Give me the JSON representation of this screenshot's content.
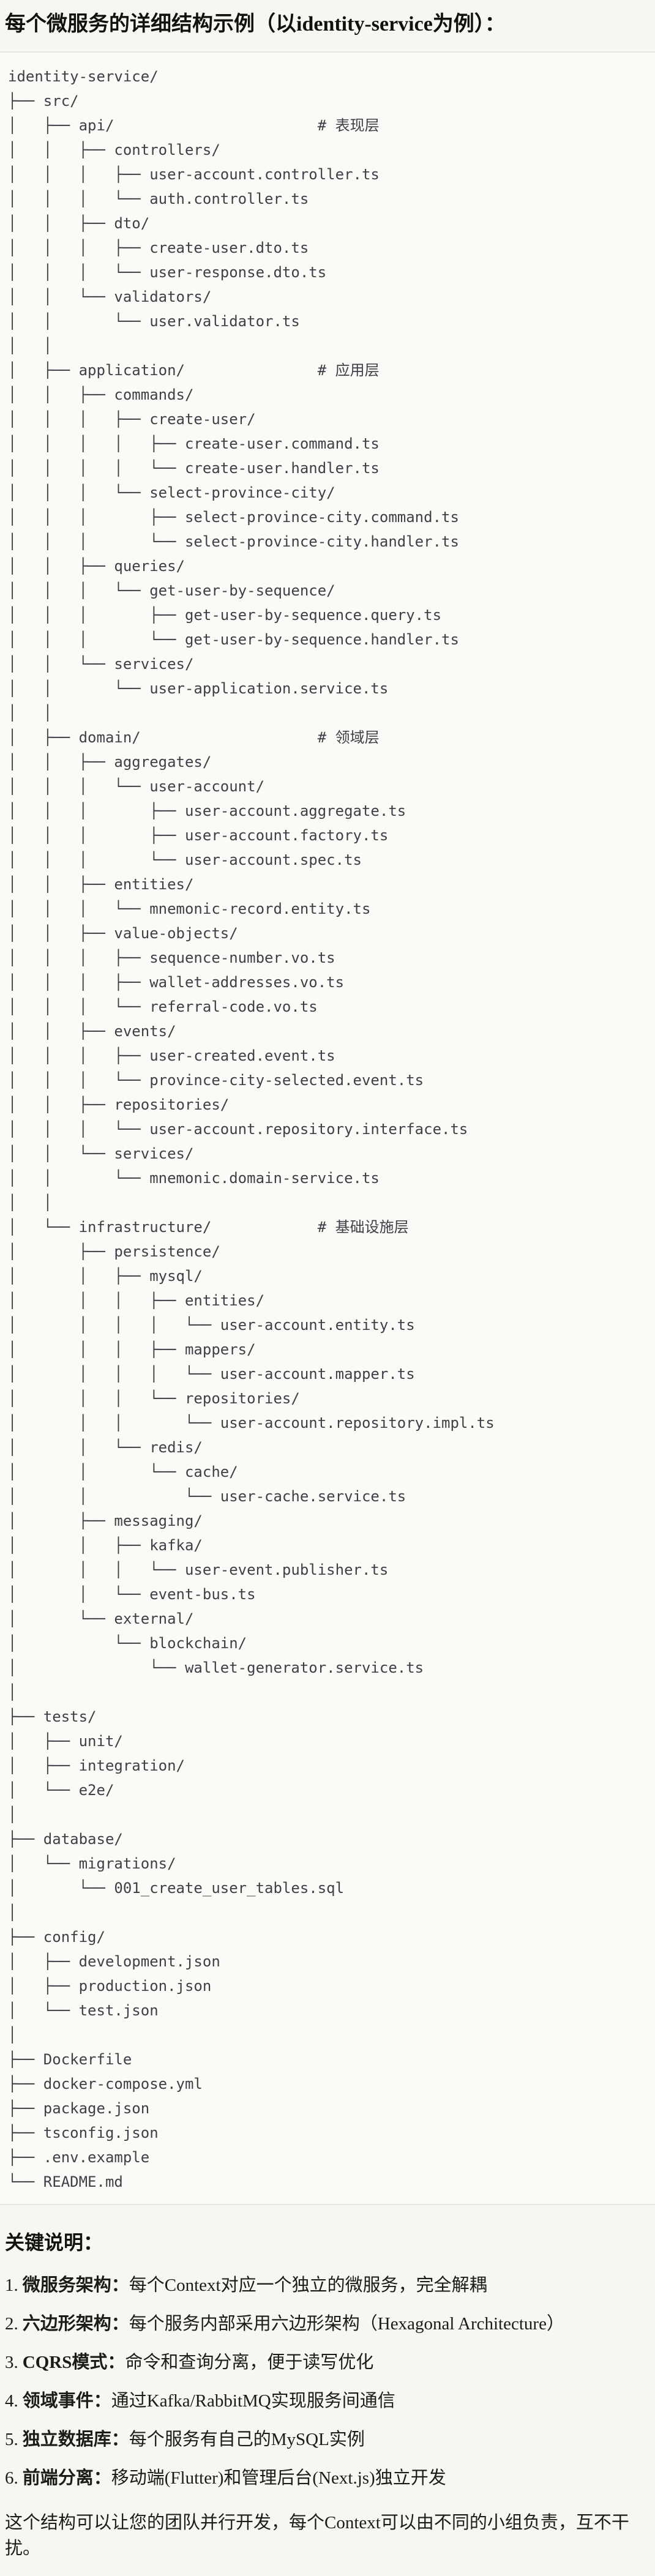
{
  "page": {
    "title": "每个微服务的详细结构示例（以identity-service为例）："
  },
  "tree": {
    "lines": [
      "identity-service/",
      "├── src/",
      "│   ├── api/                       # 表现层",
      "│   │   ├── controllers/",
      "│   │   │   ├── user-account.controller.ts",
      "│   │   │   └── auth.controller.ts",
      "│   │   ├── dto/",
      "│   │   │   ├── create-user.dto.ts",
      "│   │   │   └── user-response.dto.ts",
      "│   │   └── validators/",
      "│   │       └── user.validator.ts",
      "│   │",
      "│   ├── application/               # 应用层",
      "│   │   ├── commands/",
      "│   │   │   ├── create-user/",
      "│   │   │   │   ├── create-user.command.ts",
      "│   │   │   │   └── create-user.handler.ts",
      "│   │   │   └── select-province-city/",
      "│   │   │       ├── select-province-city.command.ts",
      "│   │   │       └── select-province-city.handler.ts",
      "│   │   ├── queries/",
      "│   │   │   └── get-user-by-sequence/",
      "│   │   │       ├── get-user-by-sequence.query.ts",
      "│   │   │       └── get-user-by-sequence.handler.ts",
      "│   │   └── services/",
      "│   │       └── user-application.service.ts",
      "│   │",
      "│   ├── domain/                    # 领域层",
      "│   │   ├── aggregates/",
      "│   │   │   └── user-account/",
      "│   │   │       ├── user-account.aggregate.ts",
      "│   │   │       ├── user-account.factory.ts",
      "│   │   │       └── user-account.spec.ts",
      "│   │   ├── entities/",
      "│   │   │   └── mnemonic-record.entity.ts",
      "│   │   ├── value-objects/",
      "│   │   │   ├── sequence-number.vo.ts",
      "│   │   │   ├── wallet-addresses.vo.ts",
      "│   │   │   └── referral-code.vo.ts",
      "│   │   ├── events/",
      "│   │   │   ├── user-created.event.ts",
      "│   │   │   └── province-city-selected.event.ts",
      "│   │   ├── repositories/",
      "│   │   │   └── user-account.repository.interface.ts",
      "│   │   └── services/",
      "│   │       └── mnemonic.domain-service.ts",
      "│   │",
      "│   └── infrastructure/            # 基础设施层",
      "│       ├── persistence/",
      "│       │   ├── mysql/",
      "│       │   │   ├── entities/",
      "│       │   │   │   └── user-account.entity.ts",
      "│       │   │   ├── mappers/",
      "│       │   │   │   └── user-account.mapper.ts",
      "│       │   │   └── repositories/",
      "│       │   │       └── user-account.repository.impl.ts",
      "│       │   └── redis/",
      "│       │       └── cache/",
      "│       │           └── user-cache.service.ts",
      "│       ├── messaging/",
      "│       │   ├── kafka/",
      "│       │   │   └── user-event.publisher.ts",
      "│       │   └── event-bus.ts",
      "│       └── external/",
      "│           └── blockchain/",
      "│               └── wallet-generator.service.ts",
      "│",
      "├── tests/",
      "│   ├── unit/",
      "│   ├── integration/",
      "│   └── e2e/",
      "│",
      "├── database/",
      "│   └── migrations/",
      "│       └── 001_create_user_tables.sql",
      "│",
      "├── config/",
      "│   ├── development.json",
      "│   ├── production.json",
      "│   └── test.json",
      "│",
      "├── Dockerfile",
      "├── docker-compose.yml",
      "├── package.json",
      "├── tsconfig.json",
      "├── .env.example",
      "└── README.md"
    ]
  },
  "notes": {
    "heading": "关键说明：",
    "items": [
      {
        "num": "1.",
        "label": "微服务架构：",
        "text": "每个Context对应一个独立的微服务，完全解耦"
      },
      {
        "num": "2.",
        "label": "六边形架构：",
        "text": "每个服务内部采用六边形架构（Hexagonal Architecture）"
      },
      {
        "num": "3.",
        "label": "CQRS模式：",
        "text": "命令和查询分离，便于读写优化"
      },
      {
        "num": "4.",
        "label": "领域事件：",
        "text": "通过Kafka/RabbitMQ实现服务间通信"
      },
      {
        "num": "5.",
        "label": "独立数据库：",
        "text": "每个服务有自己的MySQL实例"
      },
      {
        "num": "6.",
        "label": "前端分离：",
        "text": "移动端(Flutter)和管理后台(Next.js)独立开发"
      }
    ],
    "footer": "这个结构可以让您的团队并行开发，每个Context可以由不同的小组负责，互不干扰。"
  },
  "colors": {
    "page_bg": "#f7f6f1",
    "code_bg": "#fbfaf7",
    "border": "#e8e6e0",
    "text": "#1b1b19",
    "code_text": "#3d4147"
  }
}
